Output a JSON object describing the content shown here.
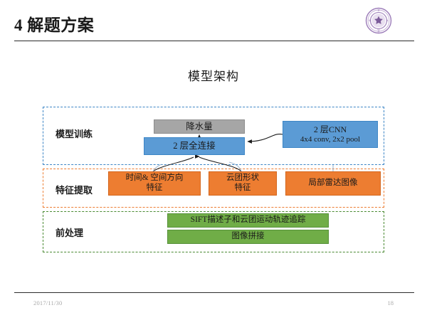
{
  "slide": {
    "title": "4 解题方案",
    "diagram_title": "模型架构",
    "logo_name": "tsinghua-university-seal"
  },
  "diagram": {
    "bands": [
      {
        "id": "training",
        "label": "模型训练",
        "color": "#3d86c6"
      },
      {
        "id": "feature",
        "label": "特征提取",
        "color": "#ED7D31"
      },
      {
        "id": "preproc",
        "label": "前处理",
        "color": "#4a8a32"
      }
    ],
    "nodes": {
      "precipitation": {
        "label": "降水量",
        "color": "#A6A6A6"
      },
      "fully_connected": {
        "label": "2 层全连接",
        "color": "#5B9BD5"
      },
      "cnn": {
        "line1": "2 层CNN",
        "line2": "4x4 conv, 2x2 pool",
        "color": "#5B9BD5"
      },
      "feature_1": {
        "line1": "时间& 空间方向",
        "line2": "特征",
        "color": "#ED7D31"
      },
      "feature_2": {
        "line1": "云团形状",
        "line2": "特征",
        "color": "#ED7D31"
      },
      "feature_3": {
        "label": "局部雷达图像",
        "color": "#ED7D31"
      },
      "preproc_1": {
        "label": "SIFT描述子和云团运动轨迹追踪",
        "color": "#70AD47"
      },
      "preproc_2": {
        "label": "图像拼接",
        "color": "#70AD47"
      }
    }
  },
  "footer": {
    "date": "2017/11/30",
    "page_number": "18"
  }
}
